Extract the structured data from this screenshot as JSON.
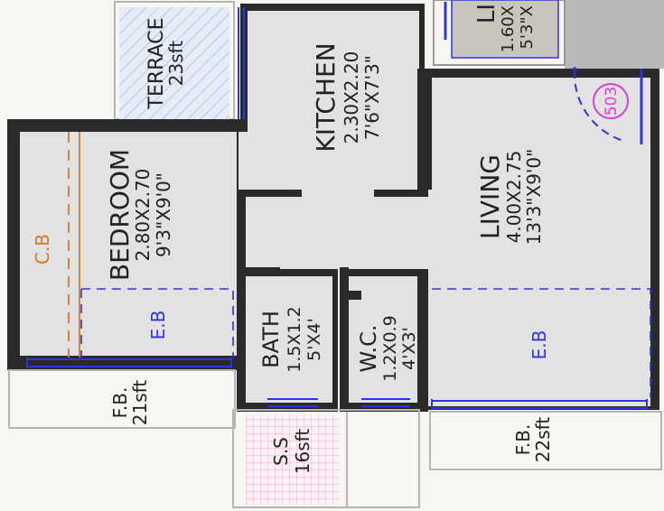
{
  "rooms": {
    "terrace": {
      "name": "TERRACE",
      "area": "23sft"
    },
    "kitchen": {
      "name": "KITCHEN",
      "metric": "2.30X2.20",
      "imperial": "7'6\"X7'3\""
    },
    "bedroom": {
      "name": "BEDROOM",
      "metric": "2.80X2.70",
      "imperial": "9'3\"X9'0\""
    },
    "living": {
      "name": "LIVING",
      "metric": "4.00X2.75",
      "imperial": "13'3\"X9'0\""
    },
    "bath": {
      "name": "BATH",
      "metric": "1.5X1.2",
      "imperial": "5'X4'"
    },
    "wc": {
      "name": "W.C.",
      "metric": "1.2X0.9",
      "imperial": "4'X3'"
    },
    "lift": {
      "name": "LI",
      "metric": "1.60X",
      "imperial": "5'3\"X"
    },
    "ss": {
      "name": "S.S",
      "area": "16sft"
    },
    "fb_left": {
      "name": "F.B.",
      "area": "21sft"
    },
    "fb_right": {
      "name": "F.B.",
      "area": "22sft"
    }
  },
  "annotations": {
    "cb": "C.B",
    "eb_bedroom": "E.B",
    "eb_living": "E.B",
    "flat_no": "503"
  },
  "colors": {
    "wall": "#2a2a2a",
    "floor": "#e2e2e2",
    "window": "#2d34e0",
    "cupboard": "#d07a25",
    "flat_tag": "#d63fd6",
    "ss_tile": "#f3a9c6"
  }
}
